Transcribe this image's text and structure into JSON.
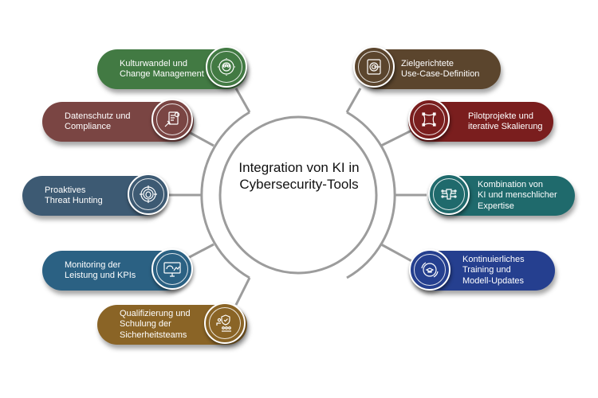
{
  "title": "Integration von KI in Cybersecurity-Tools",
  "center": {
    "line1": "Integration von KI in",
    "line2": "Cybersecurity-Tools"
  },
  "colors": {
    "connector": "#9c9c9c"
  },
  "left_items": [
    {
      "label": "Kulturwandel und\nChange Management",
      "color": "#427a43",
      "icon": "gear-people-icon"
    },
    {
      "label": "Datenschutz und\nCompliance",
      "color": "#7a4543",
      "icon": "checklist-gavel-icon"
    },
    {
      "label": "Proaktives\nThreat Hunting",
      "color": "#3d5a73",
      "icon": "bug-target-icon"
    },
    {
      "label": "Monitoring der\nLeistung und KPIs",
      "color": "#2b6183",
      "icon": "monitor-dashboard-icon"
    },
    {
      "label": "Qualifizierung und\nSchulung der\nSicherheitsteams",
      "color": "#8a6426",
      "icon": "trainer-shield-icon"
    }
  ],
  "right_items": [
    {
      "label": "Zielgerichtete\nUse-Case-Definition",
      "color": "#5b452d",
      "icon": "safe-target-icon"
    },
    {
      "label": "Pilotprojekte und\niterative Skalierung",
      "color": "#7a1e1e",
      "icon": "scale-nodes-icon"
    },
    {
      "label": "Kombination von\nKI und menschlicher\nExpertise",
      "color": "#1f6a6c",
      "icon": "ai-circuit-icon"
    },
    {
      "label": "Kontinuierliches\nTraining und\nModell-Updates",
      "color": "#253f8f",
      "icon": "gear-graduation-icon"
    }
  ]
}
